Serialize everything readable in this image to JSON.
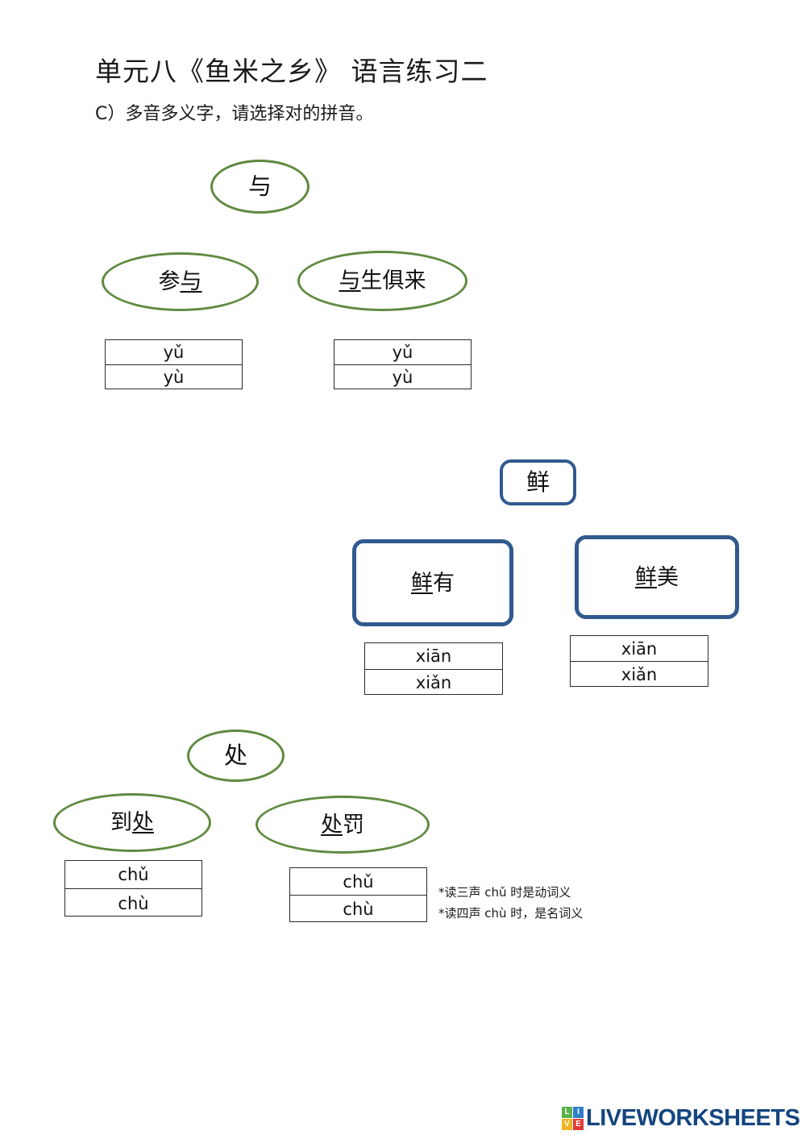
{
  "header": {
    "title": "单元八《鱼米之乡》 语言练习二",
    "instruction": "C）多音多义字，请选择对的拼音。"
  },
  "groups": [
    {
      "id": "yu",
      "shape": "ellipse",
      "accent_color": "#5f8a3f",
      "head_char": "与",
      "items": [
        {
          "word_prefix": "参",
          "word_target": "与",
          "word_suffix": "",
          "options": [
            "yǔ",
            "yù"
          ]
        },
        {
          "word_prefix": "",
          "word_target": "与",
          "word_suffix": "生俱来",
          "options": [
            "yǔ",
            "yù"
          ]
        }
      ]
    },
    {
      "id": "xian",
      "shape": "rounded-rect",
      "accent_color": "#31598f",
      "head_char": "鲜",
      "items": [
        {
          "word_prefix": "",
          "word_target": "鲜",
          "word_suffix": "有",
          "options": [
            "xiān",
            "xiǎn"
          ]
        },
        {
          "word_prefix": "",
          "word_target": "鲜",
          "word_suffix": "美",
          "options": [
            "xiān",
            "xiǎn"
          ]
        }
      ]
    },
    {
      "id": "chu",
      "shape": "ellipse",
      "accent_color": "#5f8a3f",
      "head_char": "处",
      "items": [
        {
          "word_prefix": "到",
          "word_target": "处",
          "word_suffix": "",
          "options": [
            "chǔ",
            "chù"
          ]
        },
        {
          "word_prefix": "",
          "word_target": "处",
          "word_suffix": "罚",
          "options": [
            "chǔ",
            "chù"
          ]
        }
      ]
    }
  ],
  "footnotes": [
    "*读三声 chǔ 时是动词义",
    "*读四声 chù 时，是名词义"
  ],
  "logo": {
    "cells": [
      "L",
      "I",
      "V",
      "E"
    ],
    "word": "LIVEWORKSHEETS"
  }
}
